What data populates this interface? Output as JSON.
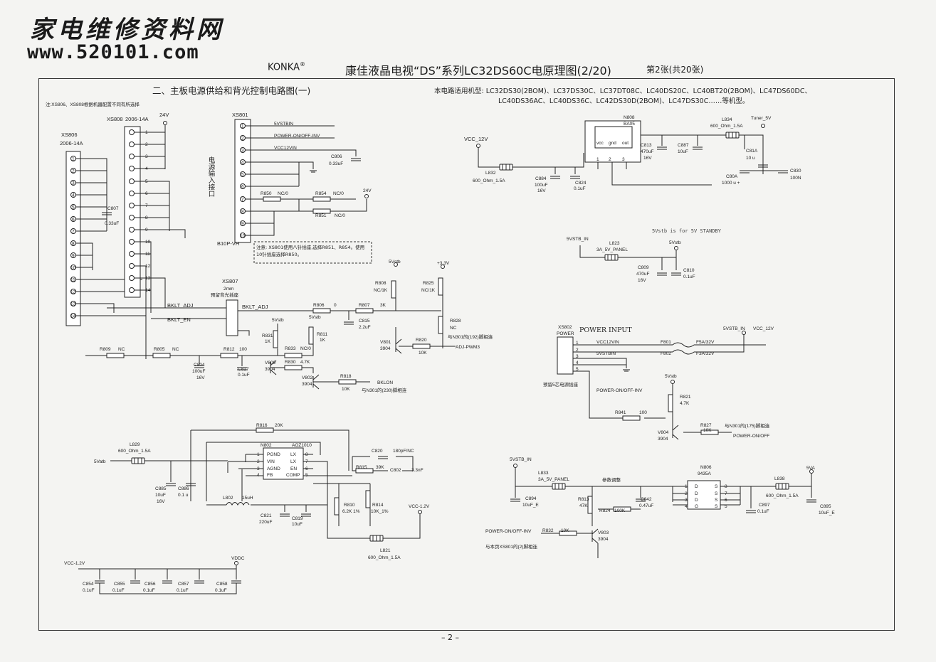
{
  "watermark": {
    "line1": "家电维修资料网",
    "line2": "www.520101.com"
  },
  "header": {
    "brand": "KONKA",
    "brand_mark": "®",
    "title": "康佳液晶电视“DS”系列LC32DS60C电原理图(2/20)",
    "sheet": "第2张(共20张)"
  },
  "section": {
    "title": "二、主板电源供给和背光控制电路图(一)",
    "note": "注:XS806、XS808根据机器配置不同有所选择",
    "models_line1": "本电路适用机型:  LC32DS30(2BOM)、LC37DS30C、LC37DT08C、LC40DS20C、LC40BT20(2BOM)、LC47DS60DC、",
    "models_line2": "LC40DS36AC、LC40DS36C、LC42DS30D(2BOM)、LC47DS30C……等机型。"
  },
  "connectors": {
    "xs806": {
      "ref": "XS806",
      "part": "2006-14A",
      "pins": [
        "1",
        "2",
        "3",
        "4",
        "5",
        "6",
        "7",
        "8",
        "9",
        "10",
        "11",
        "12",
        "13",
        "14"
      ]
    },
    "xs808": {
      "ref": "XS808",
      "part": "2006-14A",
      "rail": "24V",
      "pins": [
        "1",
        "2",
        "3",
        "4",
        "5",
        "6",
        "7",
        "8",
        "9",
        "10",
        "11",
        "12",
        "13",
        "14"
      ]
    },
    "xs801": {
      "ref": "XS801",
      "part": "B10P-VH",
      "vertical_label": "电源输入接口",
      "pins": [
        "1",
        "2",
        "3",
        "4",
        "5",
        "6",
        "7",
        "8",
        "9",
        "10"
      ],
      "nets": [
        "5VSTBIN",
        "POWER-ON/OFF-INV",
        "VCC12VIN"
      ],
      "note": "注意: XS801使用八针插座,选择R851、R854。使用10针插座选择R850。"
    },
    "xs807": {
      "ref": "XS807",
      "part": "2mm",
      "desc": "预留背光插座"
    },
    "xs802": {
      "ref": "XS802",
      "type": "POWER",
      "banner": "POWER INPUT",
      "desc": "预留5芯电源插座",
      "pins": [
        "1",
        "2",
        "3",
        "4",
        "5"
      ]
    }
  },
  "nets": {
    "bklt_adj": "BKLT_ADJ",
    "bklt_en": "BKLT_EN",
    "vcc12v": "VCC_12V",
    "tuner5v": "Tuner_5V",
    "v5stb_in": "5VSTB_IN",
    "v5vstb": "5Vstb",
    "v33": "+3.3V",
    "v24": "24V",
    "vcc12vin": "VCC12VIN",
    "v5stbin": "5VSTBIN",
    "power_onoff_inv": "POWER-ON/OFF-INV",
    "vcc_1v2": "VCC-1.2V",
    "vddc": "VDDC",
    "v5va": "5VA",
    "v5vatb": "5Vatb",
    "adj_pwm3": "ADJ-PWM3",
    "bklon": "BKLON",
    "power_onoff": "POWER-ON/OFF",
    "standby_note": "5Vstb is for 5V STANDBY"
  },
  "xrefs": {
    "pin192": "与N301的(192)脚相连",
    "pin230": "与N301的(230)脚相连",
    "pin175": "与N301的(175)脚相连",
    "xs801_pin2": "与本页XS801的(2)脚相连"
  },
  "ics": {
    "n808": {
      "ref": "N808",
      "part": "BA05",
      "pins": [
        "vcc",
        "gnd",
        "out"
      ],
      "nums": [
        "1",
        "2",
        "3"
      ]
    },
    "n802": {
      "ref": "N802",
      "part": "AOZ1010",
      "pins_l": [
        "PGND",
        "VIN",
        "AGND",
        "FB"
      ],
      "pins_r": [
        "LX",
        "LX",
        "EN",
        "COMP"
      ],
      "nums_l": [
        "1",
        "2",
        "3",
        "4"
      ],
      "nums_r": [
        "8",
        "7",
        "6",
        "5"
      ]
    },
    "n806": {
      "ref": "N806",
      "part": "9435A",
      "pins_l": [
        "D",
        "D",
        "D",
        "G"
      ],
      "pins_r": [
        "S",
        "S",
        "S",
        "S"
      ],
      "nums_l": [
        "1",
        "2",
        "3",
        "4"
      ],
      "nums_r": [
        "8",
        "7",
        "6",
        "5"
      ]
    }
  },
  "parts": {
    "l832": {
      "ref": "L832",
      "val": "600_Ohm_1.5A"
    },
    "c884": {
      "ref": "C884",
      "val": "100uF",
      "v": "16V"
    },
    "c824": {
      "ref": "C824",
      "val": "0.1uF"
    },
    "c813": {
      "ref": "C813",
      "val": "470uF",
      "v": "16V"
    },
    "c887": {
      "ref": "C887",
      "val": "10uF"
    },
    "l834": {
      "ref": "L834",
      "val": "600_Ohm_1.5A"
    },
    "c81a": {
      "ref": "C81A",
      "val": "10 u"
    },
    "c80a": {
      "ref": "C80A",
      "val": "1000 u +"
    },
    "c830": {
      "ref": "C830",
      "val": "100N"
    },
    "c806": {
      "ref": "C806",
      "val": "0.33uF"
    },
    "c807": {
      "ref": "C807",
      "val": "0.33uF"
    },
    "r850": {
      "ref": "R850",
      "val": "NC/0"
    },
    "r854": {
      "ref": "R854",
      "val": "NC/0"
    },
    "r851": {
      "ref": "R851",
      "val": "NC/0"
    },
    "l823": {
      "ref": "L823",
      "val": "3A_5V_PANEL"
    },
    "c809": {
      "ref": "C809",
      "val": "470uF",
      "v": "16V"
    },
    "c810": {
      "ref": "C810",
      "val": "0.1uF"
    },
    "r808": {
      "ref": "R808",
      "val": "NC/1K"
    },
    "r825": {
      "ref": "R825",
      "val": "NC/1K"
    },
    "r806": {
      "ref": "R806",
      "val": "0"
    },
    "r807": {
      "ref": "R807",
      "val": "3K"
    },
    "c815": {
      "ref": "C815",
      "val": "2.2uF"
    },
    "r828": {
      "ref": "R828",
      "val": "NC"
    },
    "v801": {
      "ref": "V801",
      "val": "3904"
    },
    "r820": {
      "ref": "R820",
      "val": "10K"
    },
    "r809": {
      "ref": "R809",
      "val": "NC"
    },
    "r805": {
      "ref": "R805",
      "val": "NC"
    },
    "r812": {
      "ref": "R812",
      "val": "100"
    },
    "c804": {
      "ref": "C804",
      "val": "100uF",
      "v": "16V"
    },
    "c817": {
      "ref": "C817",
      "val": "0.1uF"
    },
    "r831": {
      "ref": "R831",
      "val": "1K"
    },
    "r811": {
      "ref": "R811",
      "val": "1K"
    },
    "r833": {
      "ref": "R833",
      "val": "NC/0"
    },
    "r830": {
      "ref": "R830",
      "val": "4.7K"
    },
    "v809": {
      "ref": "V809",
      "val": "3904"
    },
    "v802": {
      "ref": "V802",
      "val": "3904"
    },
    "r818": {
      "ref": "R818",
      "val": "10K"
    },
    "f801": {
      "ref": "F801",
      "val": "F5A/32V"
    },
    "f802": {
      "ref": "F802",
      "val": "F3A/32V"
    },
    "r821": {
      "ref": "R821",
      "val": "4.7K"
    },
    "r841": {
      "ref": "R841",
      "val": "100"
    },
    "r827": {
      "ref": "R827",
      "val": "10K"
    },
    "v804": {
      "ref": "V804",
      "val": "3904"
    },
    "r816": {
      "ref": "R816",
      "val": "20K"
    },
    "l829": {
      "ref": "L829",
      "val": "600_Ohm_1.5A"
    },
    "c820": {
      "ref": "C820",
      "val": "180pF/NC"
    },
    "r815": {
      "ref": "R815",
      "val": "39K"
    },
    "c802": {
      "ref": "C802",
      "val": "3.3nF"
    },
    "c885": {
      "ref": "C885",
      "val": "10uF",
      "v": "16V"
    },
    "c886": {
      "ref": "C886",
      "val": "0.1 u"
    },
    "l802": {
      "ref": "L802",
      "val": "15uH"
    },
    "c821": {
      "ref": "C821",
      "val": "220uF"
    },
    "c819": {
      "ref": "C819",
      "val": "10uF"
    },
    "r810": {
      "ref": "R810",
      "val": "6.2K 1%"
    },
    "r814": {
      "ref": "R814",
      "val": "10K_1%"
    },
    "l821": {
      "ref": "L821",
      "val": "600_Ohm_1.5A"
    },
    "l833": {
      "ref": "L833",
      "val": "3A_5V_PANEL"
    },
    "c894": {
      "ref": "C894",
      "val": "10uF_E"
    },
    "r813": {
      "ref": "R813",
      "val": "47K"
    },
    "c842": {
      "ref": "C842",
      "val": "0.47uF"
    },
    "r824": {
      "ref": "R824",
      "val": "100K"
    },
    "v803": {
      "ref": "V803",
      "val": "3904"
    },
    "r832": {
      "ref": "R832",
      "val": "10K"
    },
    "l838": {
      "ref": "L838",
      "val": "600_Ohm_1.5A"
    },
    "c897": {
      "ref": "C897",
      "val": "0.1uF"
    },
    "c895": {
      "ref": "C895",
      "val": "10uF_E"
    },
    "c854": {
      "ref": "C854",
      "val": "0.1uF"
    },
    "c855": {
      "ref": "C855",
      "val": "0.1uF"
    },
    "c856": {
      "ref": "C856",
      "val": "0.1uF"
    },
    "c857": {
      "ref": "C857",
      "val": "0.1uF"
    },
    "c858": {
      "ref": "C858",
      "val": "0.1uF"
    }
  },
  "misc": {
    "adjust": "参数调整",
    "page_num": "– 2 –"
  }
}
